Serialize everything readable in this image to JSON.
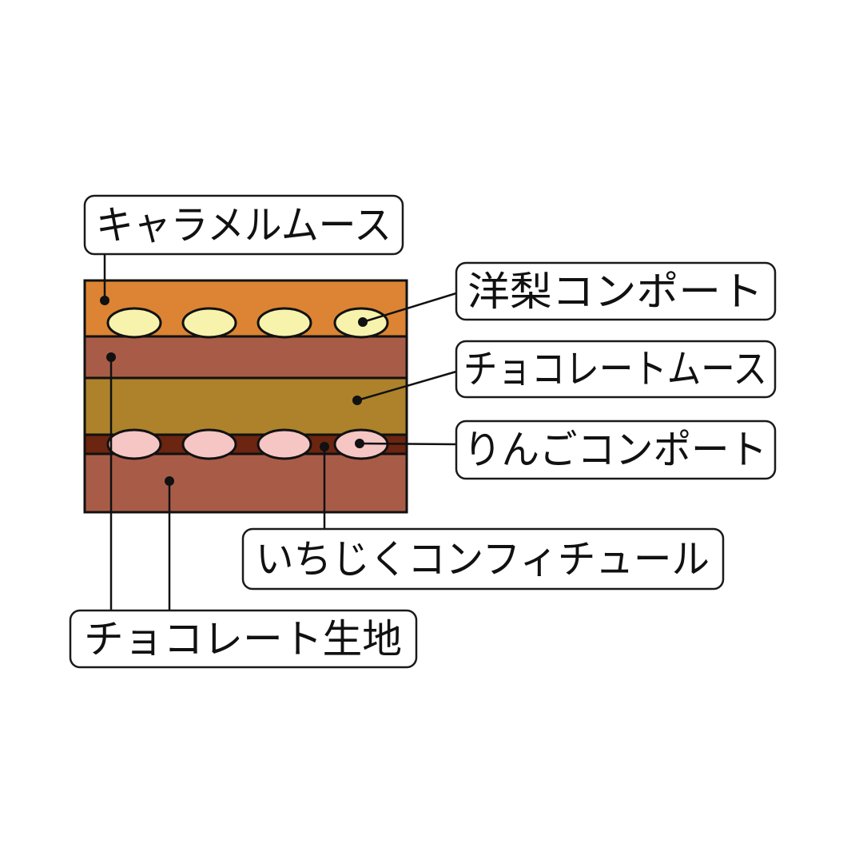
{
  "colors": {
    "caramel_mousse": "#dc8433",
    "chocolate_sponge": "#a85c47",
    "chocolate_mousse": "#ad822a",
    "fig_confiture": "#6b2510",
    "pear_compote": "#f8f3ac",
    "apple_compote": "#f5c6c3",
    "outline": "#111111"
  },
  "layers": [
    {
      "name": "キャラメルムース",
      "color_key": "caramel_mousse"
    },
    {
      "name": "チョコレート生地",
      "color_key": "chocolate_sponge"
    },
    {
      "name": "チョコレートムース",
      "color_key": "chocolate_mousse"
    },
    {
      "name": "いちじくコンフィチュール",
      "color_key": "fig_confiture"
    },
    {
      "name": "チョコレート生地",
      "color_key": "chocolate_sponge"
    }
  ],
  "labels": {
    "caramel_mousse": "キャラメルムース",
    "pear_compote": "洋梨コンポート",
    "chocolate_mousse": "チョコレートムース",
    "apple_compote": "りんごコンポート",
    "fig_confiture": "いちじくコンフィチュール",
    "chocolate_sponge": "チョコレート生地"
  }
}
